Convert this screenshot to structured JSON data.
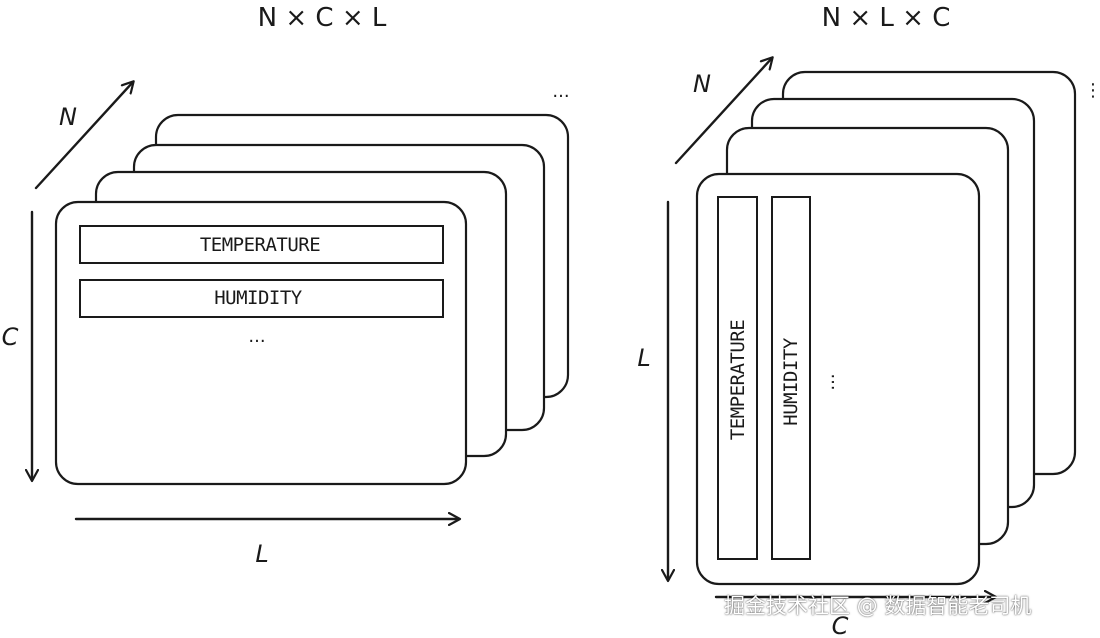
{
  "left_panel": {
    "title": "N × C × L",
    "axis_n": "N",
    "axis_c": "C",
    "axis_l": "L",
    "band_1": "TEMPERATURE",
    "band_2": "HUMIDITY",
    "band_more": "...",
    "stack_more": "..."
  },
  "right_panel": {
    "title": "N × L × C",
    "axis_n": "N",
    "axis_l": "L",
    "axis_c": "C",
    "band_1": "TEMPERATURE",
    "band_2": "HUMIDITY",
    "band_more": "...",
    "stack_more": "⋮"
  },
  "watermark": "掘金技术社区 @ 数据智能老司机",
  "colors": {
    "stroke": "#1a1a1a",
    "background": "#ffffff"
  }
}
